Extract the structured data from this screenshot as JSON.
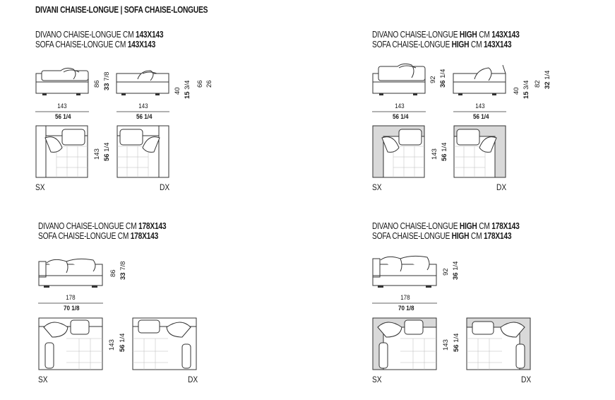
{
  "page_title": "DIVANI CHAISE-LONGUE | SOFA CHAISE-LONGUES",
  "blocks": [
    {
      "line1_pre": "DIVANO CHAISE-LONGUE CM ",
      "line1_high": "",
      "line1_tail": "",
      "line1_size": "143X143",
      "line2_pre": "SOFA CHAISE-LONGUE CM ",
      "line2_high": "",
      "line2_tail": "",
      "line2_size": "143X143",
      "width_cm": "143",
      "width_in": "56",
      "width_in_frac": "1/4",
      "height_cm": "86",
      "height_in": "33",
      "height_in_frac": "7/8",
      "depth_cm": "143",
      "depth_in": "56",
      "depth_in_frac": "1/4",
      "seat_cm": "40",
      "seat_in": "15",
      "seat_in_frac": "3/4",
      "arm_cm": "66",
      "arm_in": "26",
      "left": "SX",
      "right": "DX"
    },
    {
      "line1_pre": "DIVANO CHAISE-LONGUE ",
      "line1_high": "HIGH",
      "line1_tail": " CM ",
      "line1_size": "143X143",
      "line2_pre": "SOFA CHAISE-LONGUE ",
      "line2_high": "HIGH",
      "line2_tail": " CM ",
      "line2_size": "143X143",
      "width_cm": "143",
      "width_in": "56",
      "width_in_frac": "1/4",
      "height_cm": "92",
      "height_in": "36",
      "height_in_frac": "1/4",
      "depth_cm": "143",
      "depth_in": "56",
      "depth_in_frac": "1/4",
      "seat_cm": "40",
      "seat_in": "15",
      "seat_in_frac": "3/4",
      "arm_cm": "82",
      "arm_in": "32",
      "arm_in_frac": "1/4",
      "left": "SX",
      "right": "DX"
    },
    {
      "line1_pre": "DIVANO CHAISE-LONGUE CM ",
      "line1_high": "",
      "line1_tail": "",
      "line1_size": "178X143",
      "line2_pre": "SOFA CHAISE-LONGUE CM ",
      "line2_high": "",
      "line2_tail": "",
      "line2_size": "178X143",
      "width_cm": "178",
      "width_in": "70",
      "width_in_frac": "1/8",
      "height_cm": "86",
      "height_in": "33",
      "height_in_frac": "7/8",
      "depth_cm": "143",
      "depth_in": "56",
      "depth_in_frac": "1/4",
      "left": "SX",
      "right": "DX"
    },
    {
      "line1_pre": "DIVANO CHAISE-LONGUE ",
      "line1_high": "HIGH",
      "line1_tail": " CM ",
      "line1_size": "178X143",
      "line2_pre": "SOFA CHAISE-LONGUE ",
      "line2_high": "HIGH",
      "line2_tail": " CM ",
      "line2_size": "178X143",
      "width_cm": "178",
      "width_in": "70",
      "width_in_frac": "1/8",
      "height_cm": "92",
      "height_in": "36",
      "height_in_frac": "1/4",
      "depth_cm": "143",
      "depth_in": "56",
      "depth_in_frac": "1/4",
      "left": "SX",
      "right": "DX"
    }
  ],
  "colors": {
    "line": "#333333",
    "shade": "#d9d9d9",
    "fill": "#ffffff"
  }
}
